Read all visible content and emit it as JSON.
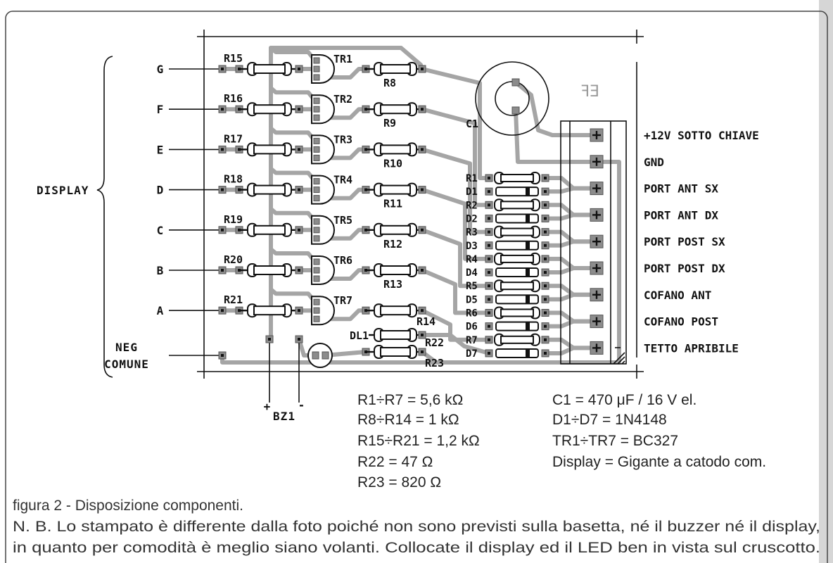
{
  "colors": {
    "trace": "#a5a5a5",
    "ink": "#111111",
    "pad": "#8c8c8c"
  },
  "figure": {
    "display_label": "DISPLAY",
    "segments": [
      "G",
      "F",
      "E",
      "D",
      "C",
      "B",
      "A"
    ],
    "neg_common": {
      "line1": "NEG",
      "line2": "COMUNE"
    },
    "rows": [
      {
        "r_in": "R15",
        "tr": "TR1",
        "r_out": "R8"
      },
      {
        "r_in": "R16",
        "tr": "TR2",
        "r_out": "R9"
      },
      {
        "r_in": "R17",
        "tr": "TR3",
        "r_out": "R10"
      },
      {
        "r_in": "R18",
        "tr": "TR4",
        "r_out": "R11"
      },
      {
        "r_in": "R19",
        "tr": "TR5",
        "r_out": "R12"
      },
      {
        "r_in": "R20",
        "tr": "TR6",
        "r_out": "R13"
      },
      {
        "r_in": "R21",
        "tr": "TR7",
        "r_out": "R14"
      }
    ],
    "capacitor": "C1",
    "board_marking": "EF",
    "rd_column": [
      "R1",
      "D1",
      "R2",
      "D2",
      "R3",
      "D3",
      "R4",
      "D4",
      "R5",
      "D5",
      "R6",
      "D6",
      "R7",
      "D7"
    ],
    "led": "DL1",
    "r22": "R22",
    "r23": "R23",
    "buzzer": {
      "label": "BZ1",
      "plus": "+",
      "minus": "-"
    },
    "terminals": [
      "+12V SOTTO CHIAVE",
      "GND",
      "PORT ANT SX",
      "PORT ANT DX",
      "PORT POST SX",
      "PORT POST DX",
      "COFANO ANT",
      "COFANO POST",
      "TETTO APRIBILE"
    ]
  },
  "values": {
    "left": [
      "R1÷R7 = 5,6 kΩ",
      "R8÷R14 = 1 kΩ",
      "R15÷R21 = 1,2 kΩ",
      "R22 = 47 Ω",
      "R23 = 820 Ω"
    ],
    "right": [
      "C1 = 470 μF / 16 V el.",
      "D1÷D7 = 1N4148",
      "TR1÷TR7 = BC327",
      "Display = Gigante a catodo com."
    ]
  },
  "caption": {
    "title": "figura 2 - Disposizione componenti.",
    "note": [
      "N. B. Lo stampato è differente dalla foto poiché non sono previsti sulla basetta, né il buzzer né il display,",
      "in quanto per comodità è meglio siano volanti. Collocate il display ed il LED ben in vista sul cruscotto."
    ]
  }
}
